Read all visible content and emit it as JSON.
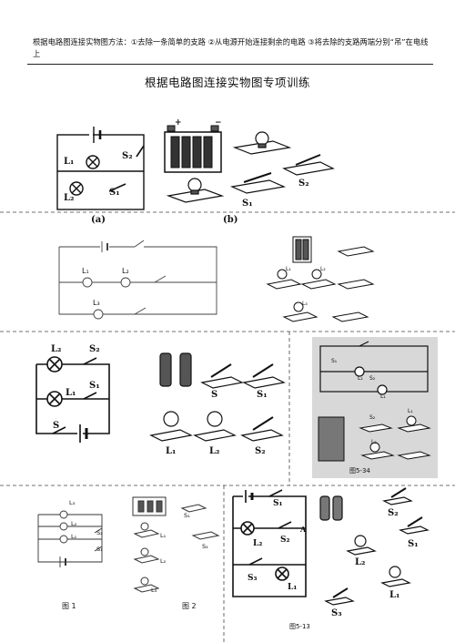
{
  "header": {
    "instructions": "根据电路图连接实物图方法：①去除一条简单的支路 ②从电源开始连接剩余的电路 ③将去除的支路两端分别“吊”在电线上",
    "title": "根据电路图连接实物图专项训练"
  },
  "section1": {
    "caption_a": "(a)",
    "caption_b": "(b)",
    "circuit_labels": [
      "L₁",
      "L₂",
      "S₂",
      "S₁"
    ],
    "photo_labels": [
      "S₂",
      "S₁"
    ],
    "battery_signs": [
      "+",
      "−"
    ]
  },
  "section2": {
    "circuit_labels": [
      "L₁",
      "L₂",
      "L₃"
    ],
    "photo_labels": [
      "L₁",
      "L₂",
      "L₃"
    ]
  },
  "section3": {
    "circuit_left_labels": [
      "L₂",
      "S₂",
      "L₁",
      "S₁",
      "S"
    ],
    "photo_mid_labels": [
      "S",
      "S₁",
      "L₁",
      "L₂",
      "S₂"
    ],
    "right_labels": [
      "S₁",
      "L₂",
      "S₂",
      "L₁",
      "S₂",
      "L₁",
      "L₂"
    ],
    "fig_caption": "图5-34"
  },
  "section4": {
    "circuit_labels": [
      "L₃",
      "L₂",
      "L₁",
      "S₂",
      "S₁"
    ],
    "photo_labels": [
      "S₁",
      "L₁",
      "S₂",
      "L₂",
      "L₃"
    ],
    "fig1": "图 1",
    "fig2": "图 2",
    "right_circuit_labels": [
      "S₁",
      "L₂",
      "S₂",
      "A",
      "S₃",
      "L₁"
    ],
    "right_photo_labels": [
      "S₂",
      "S₁",
      "L₂",
      "L₁",
      "S₃"
    ],
    "fig_caption": "图5-13"
  }
}
